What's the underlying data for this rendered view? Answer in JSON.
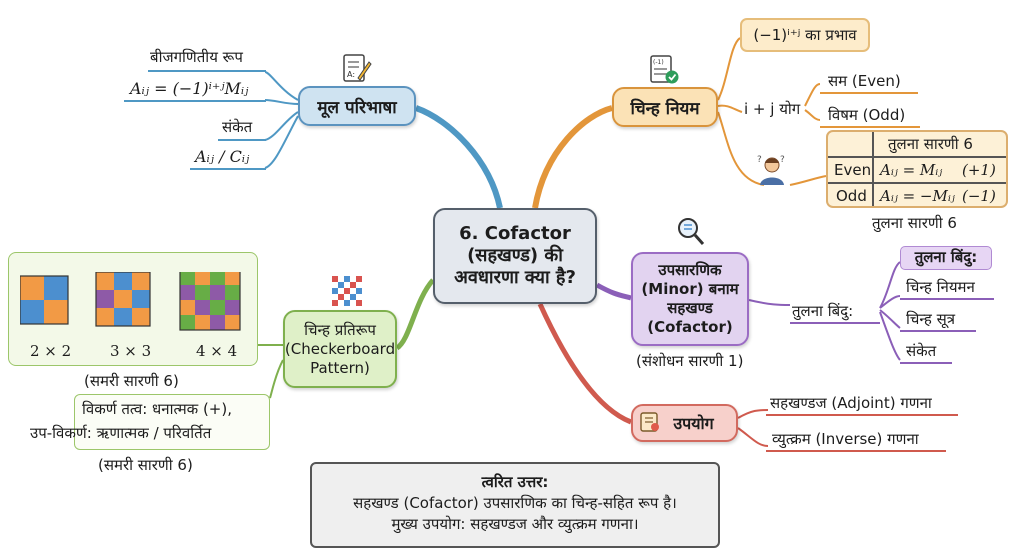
{
  "center": {
    "line1": "6. Cofactor",
    "line2": "(सहखण्ड) की",
    "line3": "अवधारणा क्या है?"
  },
  "mool": {
    "title": "मूल परिभाषा",
    "algebraic_label": "बीजगणितीय रूप",
    "formula": "Aᵢⱼ = (−1)ⁱ⁺ʲMᵢⱼ",
    "notation_label": "संकेत",
    "notation": "Aᵢⱼ / Cᵢⱼ",
    "icon": "pencil-document-icon"
  },
  "chinha": {
    "title": "चिन्ह नियम",
    "effect": "(−1)ⁱ⁺ʲ का प्रभाव",
    "sum_label": "i + j योग",
    "even": "सम (Even)",
    "odd": "विषम (Odd)",
    "icon": "checklist-icon",
    "person_icon": "confused-person-icon",
    "table": {
      "header": "तुलना सारणी 6",
      "rows": [
        {
          "label": "Even",
          "formula": "Aᵢⱼ = Mᵢⱼ",
          "sign": "(+1)"
        },
        {
          "label": "Odd",
          "formula": "Aᵢⱼ = −Mᵢⱼ",
          "sign": "(−1)"
        }
      ],
      "caption": "तुलना सारणी 6"
    }
  },
  "upsar": {
    "line1": "उपसारणिक",
    "line2": "(Minor) बनाम",
    "line3": "सहखण्ड",
    "line4": "(Cofactor)",
    "caption": "(संशोधन सारणी 1)",
    "points_label": "तुलना बिंदु:",
    "points_header": "तुलना बिंदु:",
    "points": [
      "चिन्ह नियमन",
      "चिन्ह सूत्र",
      "संकेत"
    ],
    "icon": "magnifier-icon"
  },
  "checker": {
    "line1": "चिन्ह प्रतिरूप",
    "line2": "(Checkerboard",
    "line3": "Pattern)",
    "grid_labels": [
      "2 × 2",
      "3 × 3",
      "4 × 4"
    ],
    "caption1": "(समरी सारणी 6)",
    "desc1": "विकर्ण तत्व: धनात्मक (+),",
    "desc2": "उप-विकर्ण: ऋणात्मक / परिवर्तित",
    "caption2": "(समरी सारणी 6)",
    "icon": "checkerboard-icon"
  },
  "upyog": {
    "title": "उपयोग",
    "items": [
      "सहखण्डज (Adjoint) गणना",
      "व्युत्क्रम (Inverse) गणना"
    ],
    "icon": "scroll-icon"
  },
  "answer": {
    "title": "त्वरित उत्तर:",
    "line1": "सहखण्ड (Cofactor) उपसारणिक का चिन्ह-सहित रूप है।",
    "line2": "मुख्य उपयोग: सहखण्डज और व्युत्क्रम गणना।"
  },
  "colors": {
    "blue": "#5b93bf",
    "orange": "#e3963a",
    "purple": "#8b5fb8",
    "green": "#7fb04e",
    "red": "#d05a4e",
    "checker_orange": "#f29a45",
    "checker_blue": "#4c8fcf",
    "checker_purple": "#8e5aa7",
    "checker_green": "#67ad46"
  }
}
